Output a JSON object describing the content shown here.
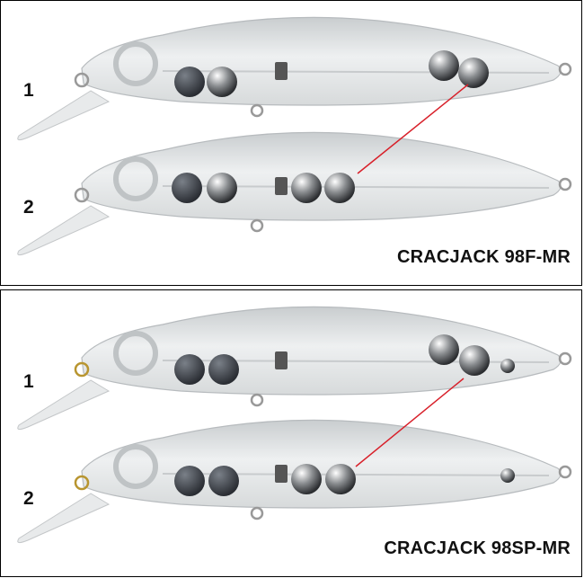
{
  "panels": [
    {
      "model": "CRACJACK 98F-MR",
      "lure_labels": [
        "1",
        "2"
      ]
    },
    {
      "model": "CRACJACK 98SP-MR",
      "lure_labels": [
        "1",
        "2"
      ]
    }
  ],
  "colors": {
    "arrow": "#d8202a",
    "border": "#000000"
  }
}
